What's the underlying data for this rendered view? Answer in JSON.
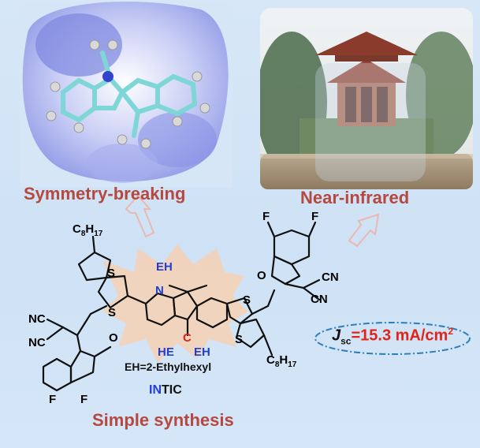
{
  "labels": {
    "symmetry": "Symmetry-breaking",
    "nir": "Near-infrared",
    "synthesis": "Simple synthesis",
    "eh_def": "EH=2-Ethylhexyl",
    "name_in": "IN",
    "name_tic": "TIC",
    "jsc_symbol": "J",
    "jsc_sub": "sc",
    "jsc_value": "=15.3 mA/cm",
    "jsc_sup": "2"
  },
  "atoms": {
    "n_top": "N",
    "eh": "EH",
    "c_center": "C",
    "he_left": "HE",
    "eh_right": "EH",
    "s": "S",
    "o": "O",
    "f": "F",
    "cn": "CN",
    "nc": "NC",
    "c8": "C",
    "c8_sub1": "8",
    "h17": "H",
    "h17_sub": "17"
  },
  "colors": {
    "accent_red": "#b5493f",
    "blue": "#1f3fd6",
    "red": "#e2231a",
    "burst": "#f3d2b8",
    "ellipse": "#2a7fc0"
  }
}
